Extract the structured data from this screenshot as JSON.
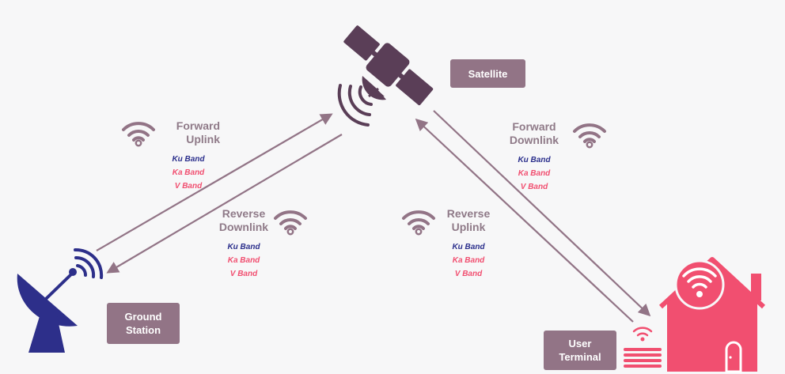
{
  "colors": {
    "background": "#f7f7f8",
    "satellite": "#5a3e57",
    "label_box": "#927486",
    "link_text": "#8f7a88",
    "arrows": "#927486",
    "ground_station": "#2d2f8a",
    "user_terminal": "#f14f70",
    "ku_band": "#2b2f8c",
    "ka_band": "#f14f70",
    "v_band": "#f14f70"
  },
  "icons": [
    "satellite-icon",
    "ground-station-dish-icon",
    "user-terminal-icon",
    "house-icon",
    "wifi-icon"
  ],
  "labels": {
    "satellite": "Satellite",
    "ground_station": "Ground\nStation",
    "user_terminal": "User\nTerminal"
  },
  "links": {
    "forward_uplink": {
      "title": "Forward\nUplink",
      "bands": [
        "Ku Band",
        "Ka Band",
        "V Band"
      ]
    },
    "forward_downlink": {
      "title": "Forward\nDownlink",
      "bands": [
        "Ku Band",
        "Ka Band",
        "V Band"
      ]
    },
    "reverse_downlink": {
      "title": "Reverse\nDownlink",
      "bands": [
        "Ku Band",
        "Ka Band",
        "V Band"
      ]
    },
    "reverse_uplink": {
      "title": "Reverse\nUplink",
      "bands": [
        "Ku Band",
        "Ka Band",
        "V Band"
      ]
    }
  }
}
